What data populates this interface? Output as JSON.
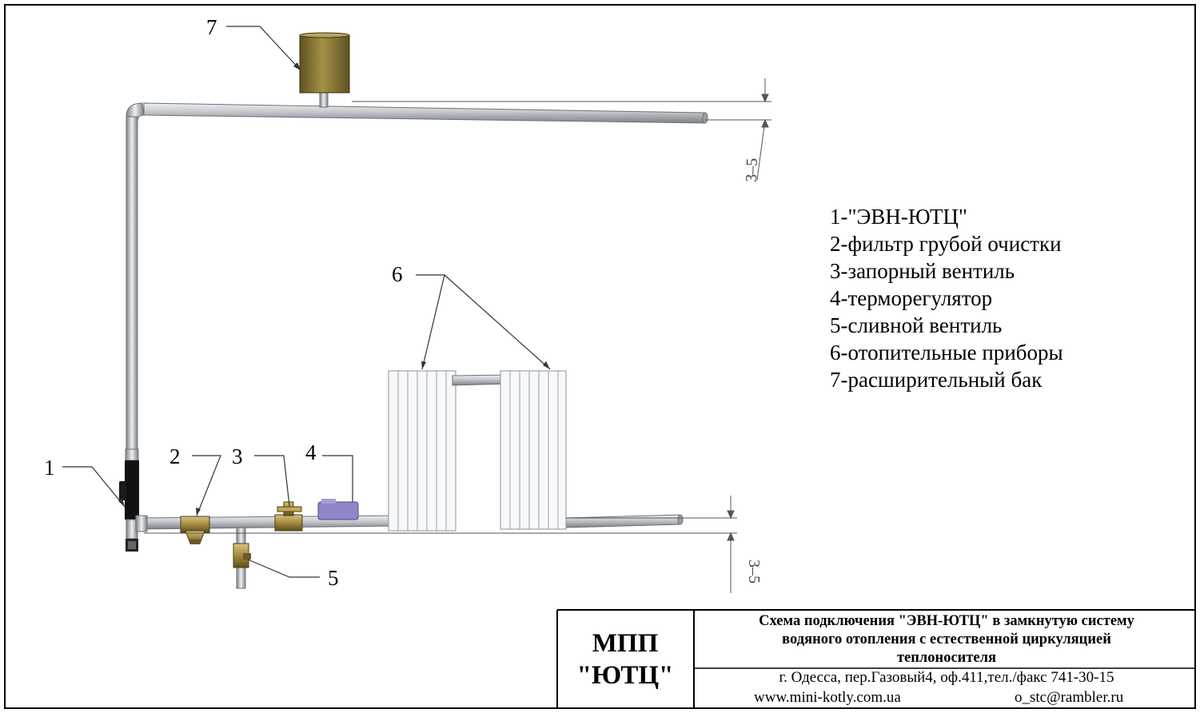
{
  "callouts": [
    "1",
    "2",
    "3",
    "4",
    "5",
    "6",
    "7"
  ],
  "dimension_label": "3–5",
  "legend": [
    "1-\"ЭВН-ЮТЦ\"",
    "2-фильтр грубой очистки",
    "3-запорный вентиль",
    "4-терморегулятор",
    "5-сливной вентиль",
    "6-отопительные приборы",
    "7-расширительный бак"
  ],
  "title_block": {
    "org_line1": "МПП",
    "org_line2": "\"ЮТЦ\"",
    "title_lines": [
      "Схема подключения \"ЭВН-ЮТЦ\" в замкнутую систему",
      "водяного отопления с естественной циркуляцией",
      "теплоносителя"
    ],
    "address": "г. Одесса, пер.Газовый4, оф.411,тел./факс 741-30-15",
    "website": "www.mini-kotly.com.ua",
    "email": "o_stc@rambler.ru"
  },
  "colors": {
    "pipe": "#c4c8cc",
    "pipe_edge": "#6d7277",
    "brass": "#a48a42",
    "tank": "#8a7a3c",
    "thermostat": "#8e86c6",
    "heater": "#111111"
  }
}
